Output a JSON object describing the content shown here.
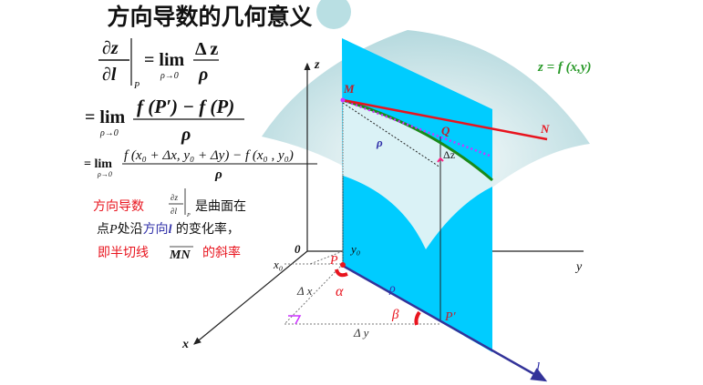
{
  "title": "方向导数的几何意义",
  "formulas": {
    "f1_lhs_num": "∂z",
    "f1_lhs_den": "∂l",
    "f1_sub": "P",
    "f1_eq": "= lim",
    "lim_sub": "ρ→0",
    "f1_num": "Δ z",
    "f1_den": "ρ",
    "f2_eq": "= lim",
    "f2_num": "f (P′) − f (P)",
    "f2_den": "ρ",
    "f3_eq": "= lim",
    "f3_num": "f (x₀ + Δx, y₀ + Δy) − f (x₀ , y₀)",
    "f3_den": "ρ"
  },
  "explanation": {
    "line1_red": "方向导数",
    "frac_num": "∂z",
    "frac_den": "∂l",
    "frac_sub": "P",
    "line1_rest": "是曲面在",
    "line2_a": "点",
    "line2_p": "P",
    "line2_b": "处沿",
    "line2_blue": "方向",
    "line2_l": "l",
    "line2_c": " 的变化率，",
    "line3_red_a": "即半切线",
    "line3_mn": "MN",
    "line3_red_b": "的斜率"
  },
  "diagram": {
    "surface_label": "z = f (x,y)",
    "axis_x": "x",
    "axis_y": "y",
    "axis_z": "z",
    "origin": "0",
    "x0": "x₀",
    "y0": "y₀",
    "M": "M",
    "N": "N",
    "Q": "Q",
    "P": "P",
    "P_prime": "P′",
    "rho_upper": "ρ",
    "rho_lower": "ρ",
    "delta_z": "Δz",
    "delta_x": "Δ x",
    "delta_y": "Δ y",
    "alpha": "α",
    "beta": "β",
    "l": "l"
  },
  "colors": {
    "plane": "#00ccff",
    "surface": "#bfe0e4",
    "tangent": "#e8141e",
    "curve": "#1a8a1a",
    "direction": "#333399",
    "label_red": "#e8141e",
    "label_blue": "#3333aa",
    "green_text": "#2a9a2a"
  }
}
